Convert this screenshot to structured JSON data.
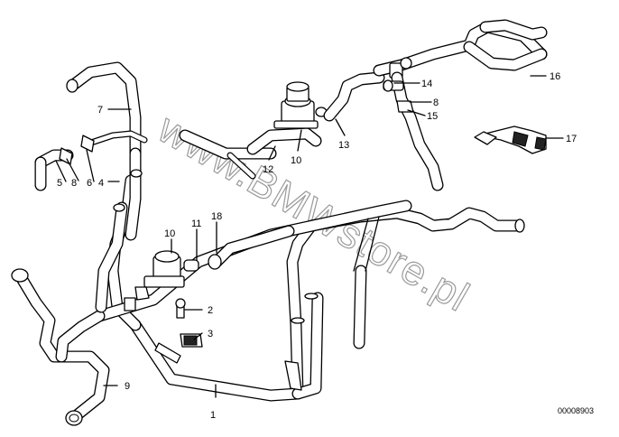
{
  "watermark": "www.BMWstore.pl",
  "diagram_code": "00008903",
  "labels": {
    "p1": "1",
    "p2": "2",
    "p3": "3",
    "p4": "4",
    "p5": "5",
    "p6": "6",
    "p7": "7",
    "p8a": "8",
    "p8b": "8",
    "p9": "9",
    "p10a": "10",
    "p10b": "10",
    "p11": "11",
    "p12": "12",
    "p13": "13",
    "p14": "14",
    "p15": "15",
    "p16": "16",
    "p17": "17",
    "p18": "18"
  }
}
